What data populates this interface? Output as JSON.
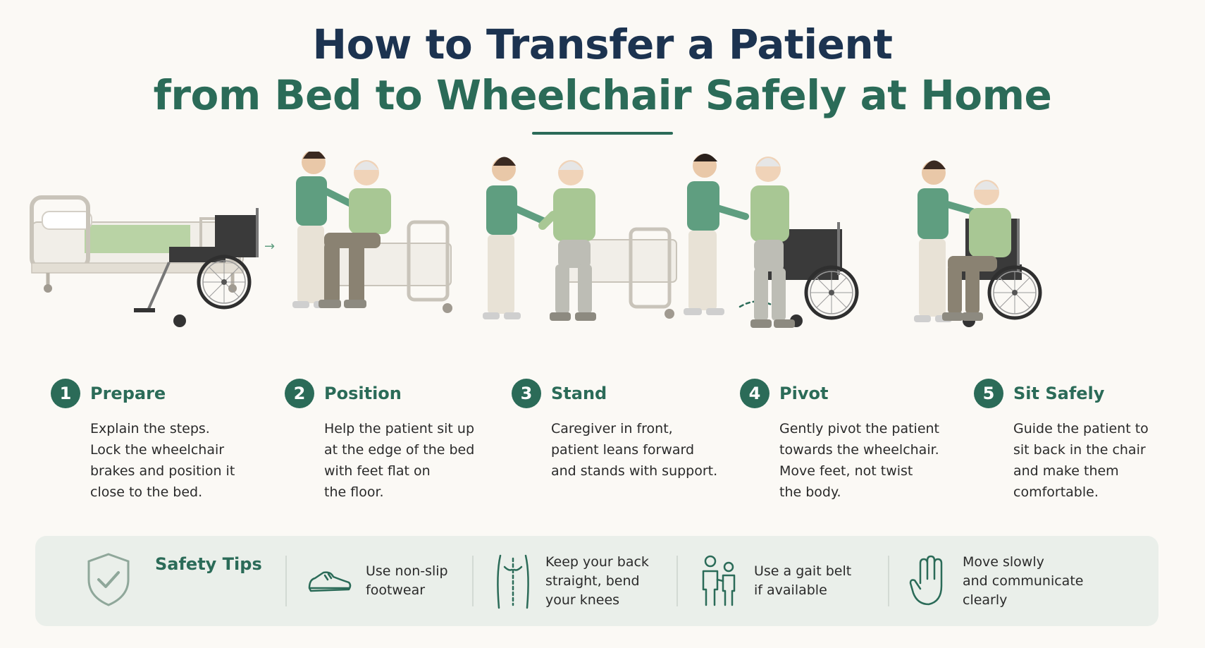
{
  "title": {
    "line1": "How to Transfer a Patient",
    "line2": "from Bed to Wheelchair Safely at Home"
  },
  "steps": [
    {
      "number": "1",
      "title": "Prepare",
      "lines": [
        "Explain the steps.",
        "Lock the wheelchair",
        "brakes and position it",
        "close to the bed."
      ]
    },
    {
      "number": "2",
      "title": "Position",
      "lines": [
        "Help the patient sit up",
        "at the edge of the bed",
        "with feet flat on",
        "the floor."
      ]
    },
    {
      "number": "3",
      "title": "Stand",
      "lines": [
        "Caregiver in front,",
        "patient leans forward",
        "and stands with support."
      ]
    },
    {
      "number": "4",
      "title": "Pivot",
      "lines": [
        "Gently pivot the patient",
        "towards the wheelchair.",
        "Move feet, not twist",
        "the body."
      ]
    },
    {
      "number": "5",
      "title": "Sit Safely",
      "lines": [
        "Guide the patient to",
        "sit back in the chair",
        "and make them",
        "comfortable."
      ]
    }
  ],
  "safety": {
    "title": "Safety Tips",
    "icon": "shield-check-icon",
    "tips": [
      {
        "icon": "shoe-icon",
        "lines": [
          "Use non-slip",
          "footwear"
        ]
      },
      {
        "icon": "back-spine-icon",
        "lines": [
          "Keep your back",
          "straight, bend",
          "your knees"
        ]
      },
      {
        "icon": "gait-belt-people-icon",
        "lines": [
          "Use a gait belt",
          "if available"
        ]
      },
      {
        "icon": "hand-icon",
        "lines": [
          "Move slowly",
          "and communicate",
          "clearly"
        ]
      }
    ]
  },
  "colors": {
    "navy": "#1c3350",
    "green": "#2b6b58",
    "scrub": "#5f9e80",
    "patient_shirt": "#a8c794",
    "background": "#fbf9f5",
    "tips_panel": "#eaefea"
  }
}
